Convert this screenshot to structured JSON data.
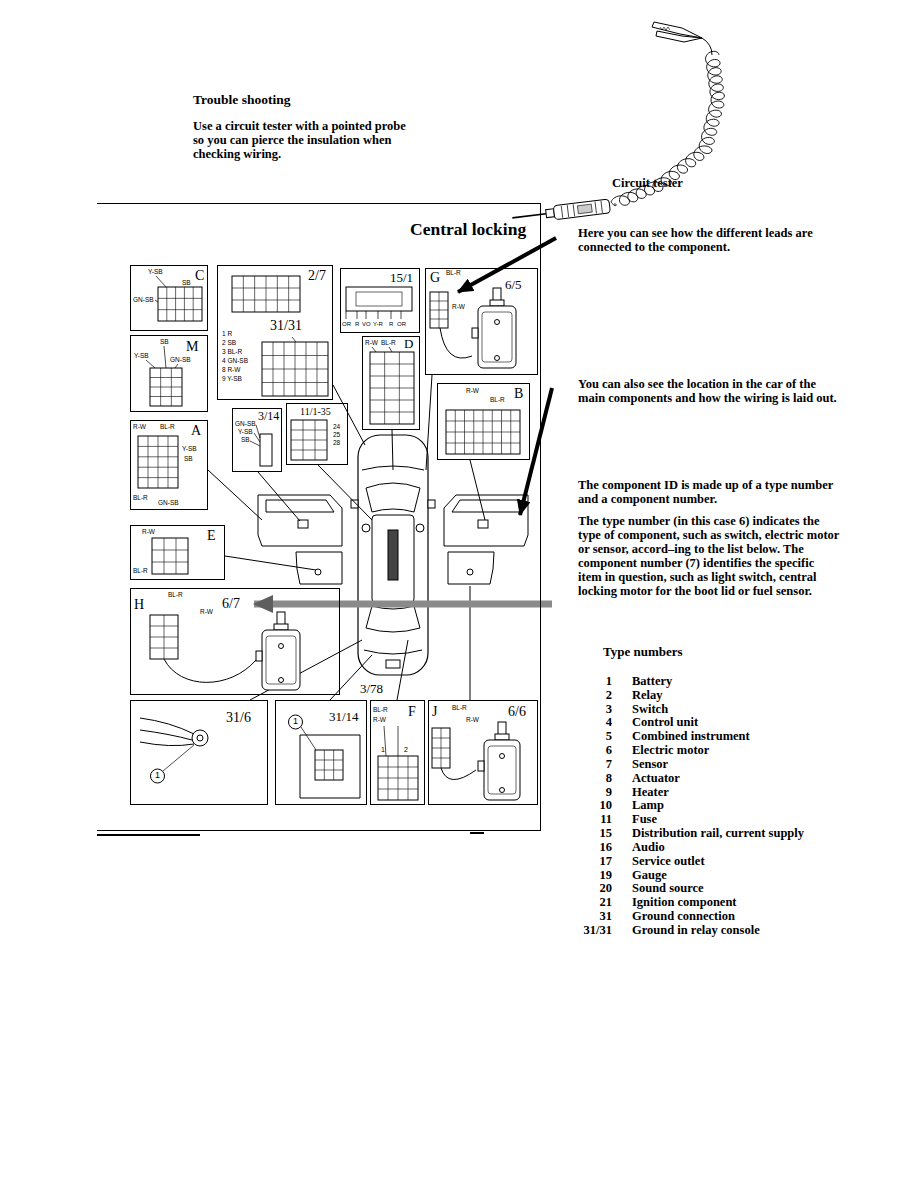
{
  "diagram": {
    "title": "Trouble shooting",
    "nodes": [
      {
        "text": [
          "Central locking"
        ]
      },
      {
        "text": [
          "C",
          "Y-SB",
          "SB",
          "GN-SB"
        ],
        "in": 0
      },
      {
        "text": [
          "2/7",
          "31/31",
          "1 R",
          "2 SB",
          "3 BL-R",
          "4 GN-SB",
          "8 R-W",
          "9 Y-SB"
        ],
        "in": 0
      },
      {
        "text": [
          "15/1",
          "OR",
          "R",
          "VO",
          "Y-R",
          "R",
          "OR"
        ],
        "in": 0
      },
      {
        "text": [
          "G",
          "6/5",
          "BL-R",
          "R-W"
        ],
        "in": 0
      },
      {
        "text": [
          "M",
          "SB",
          "Y-SB",
          "GN-SB"
        ],
        "in": 0
      },
      {
        "text": [
          "D",
          "R-W",
          "BL-R"
        ],
        "in": 0
      },
      {
        "text": [
          "3/14",
          "GN-SB",
          "Y-SB",
          "SB"
        ],
        "in": 0
      },
      {
        "text": [
          "11/1-35",
          "24",
          "25",
          "28"
        ],
        "in": 0
      },
      {
        "text": [
          "B",
          "R-W",
          "BL-R"
        ],
        "in": 0
      },
      {
        "text": [
          "A",
          "R-W",
          "BL-R",
          "Y-SB",
          "SB",
          "BL-R",
          "GN-SB"
        ],
        "in": 0
      },
      {
        "text": [
          "E",
          "R-W",
          "BL-R"
        ],
        "in": 0
      },
      {
        "text": [
          "H",
          "6/7",
          "BL-R",
          "R-W"
        ],
        "in": 0
      },
      {
        "text": [
          "31/6",
          "1"
        ],
        "in": 0
      },
      {
        "text": [
          "31/14",
          "1"
        ],
        "in": 0
      },
      {
        "text": [
          "F",
          "BL-R",
          "R-W",
          "1",
          "2"
        ],
        "in": 0
      },
      {
        "text": [
          "J",
          "6/6",
          "BL-R",
          "R-W"
        ],
        "in": 0
      }
    ],
    "labels": [
      "Use a circuit tester with a pointed probe so you can pierce the insulation when checking wiring.",
      "Circuit tester",
      "3/78",
      "Here you can see how the different leads are connected to the component.",
      "You can also see the location in the car of the main components and how the wiring is laid out.",
      "The component ID is made up of a type number and a component number.",
      "The type number (in this case 6) indicates the type of component, such as switch, electric motor or sensor, accord–ing to the list below. The component number (7) identifies the specific item in question, such as light switch, central locking motor for the boot lid or fuel sensor.",
      "Type numbers",
      "1",
      "Battery",
      "2",
      "Relay",
      "3",
      "Switch",
      "4",
      "Control unit",
      "5",
      "Combined instrument",
      "6",
      "Electric motor",
      "7",
      "Sensor",
      "8",
      "Actuator",
      "9",
      "Heater",
      "10",
      "Lamp",
      "11",
      "Fuse",
      "15",
      "Distribution rail, current supply",
      "16",
      "Audio",
      "17",
      "Service outlet",
      "19",
      "Gauge",
      "20",
      "Sound source",
      "21",
      "Ignition component",
      "31",
      "Ground connection",
      "31/31",
      "Ground in relay console"
    ]
  }
}
